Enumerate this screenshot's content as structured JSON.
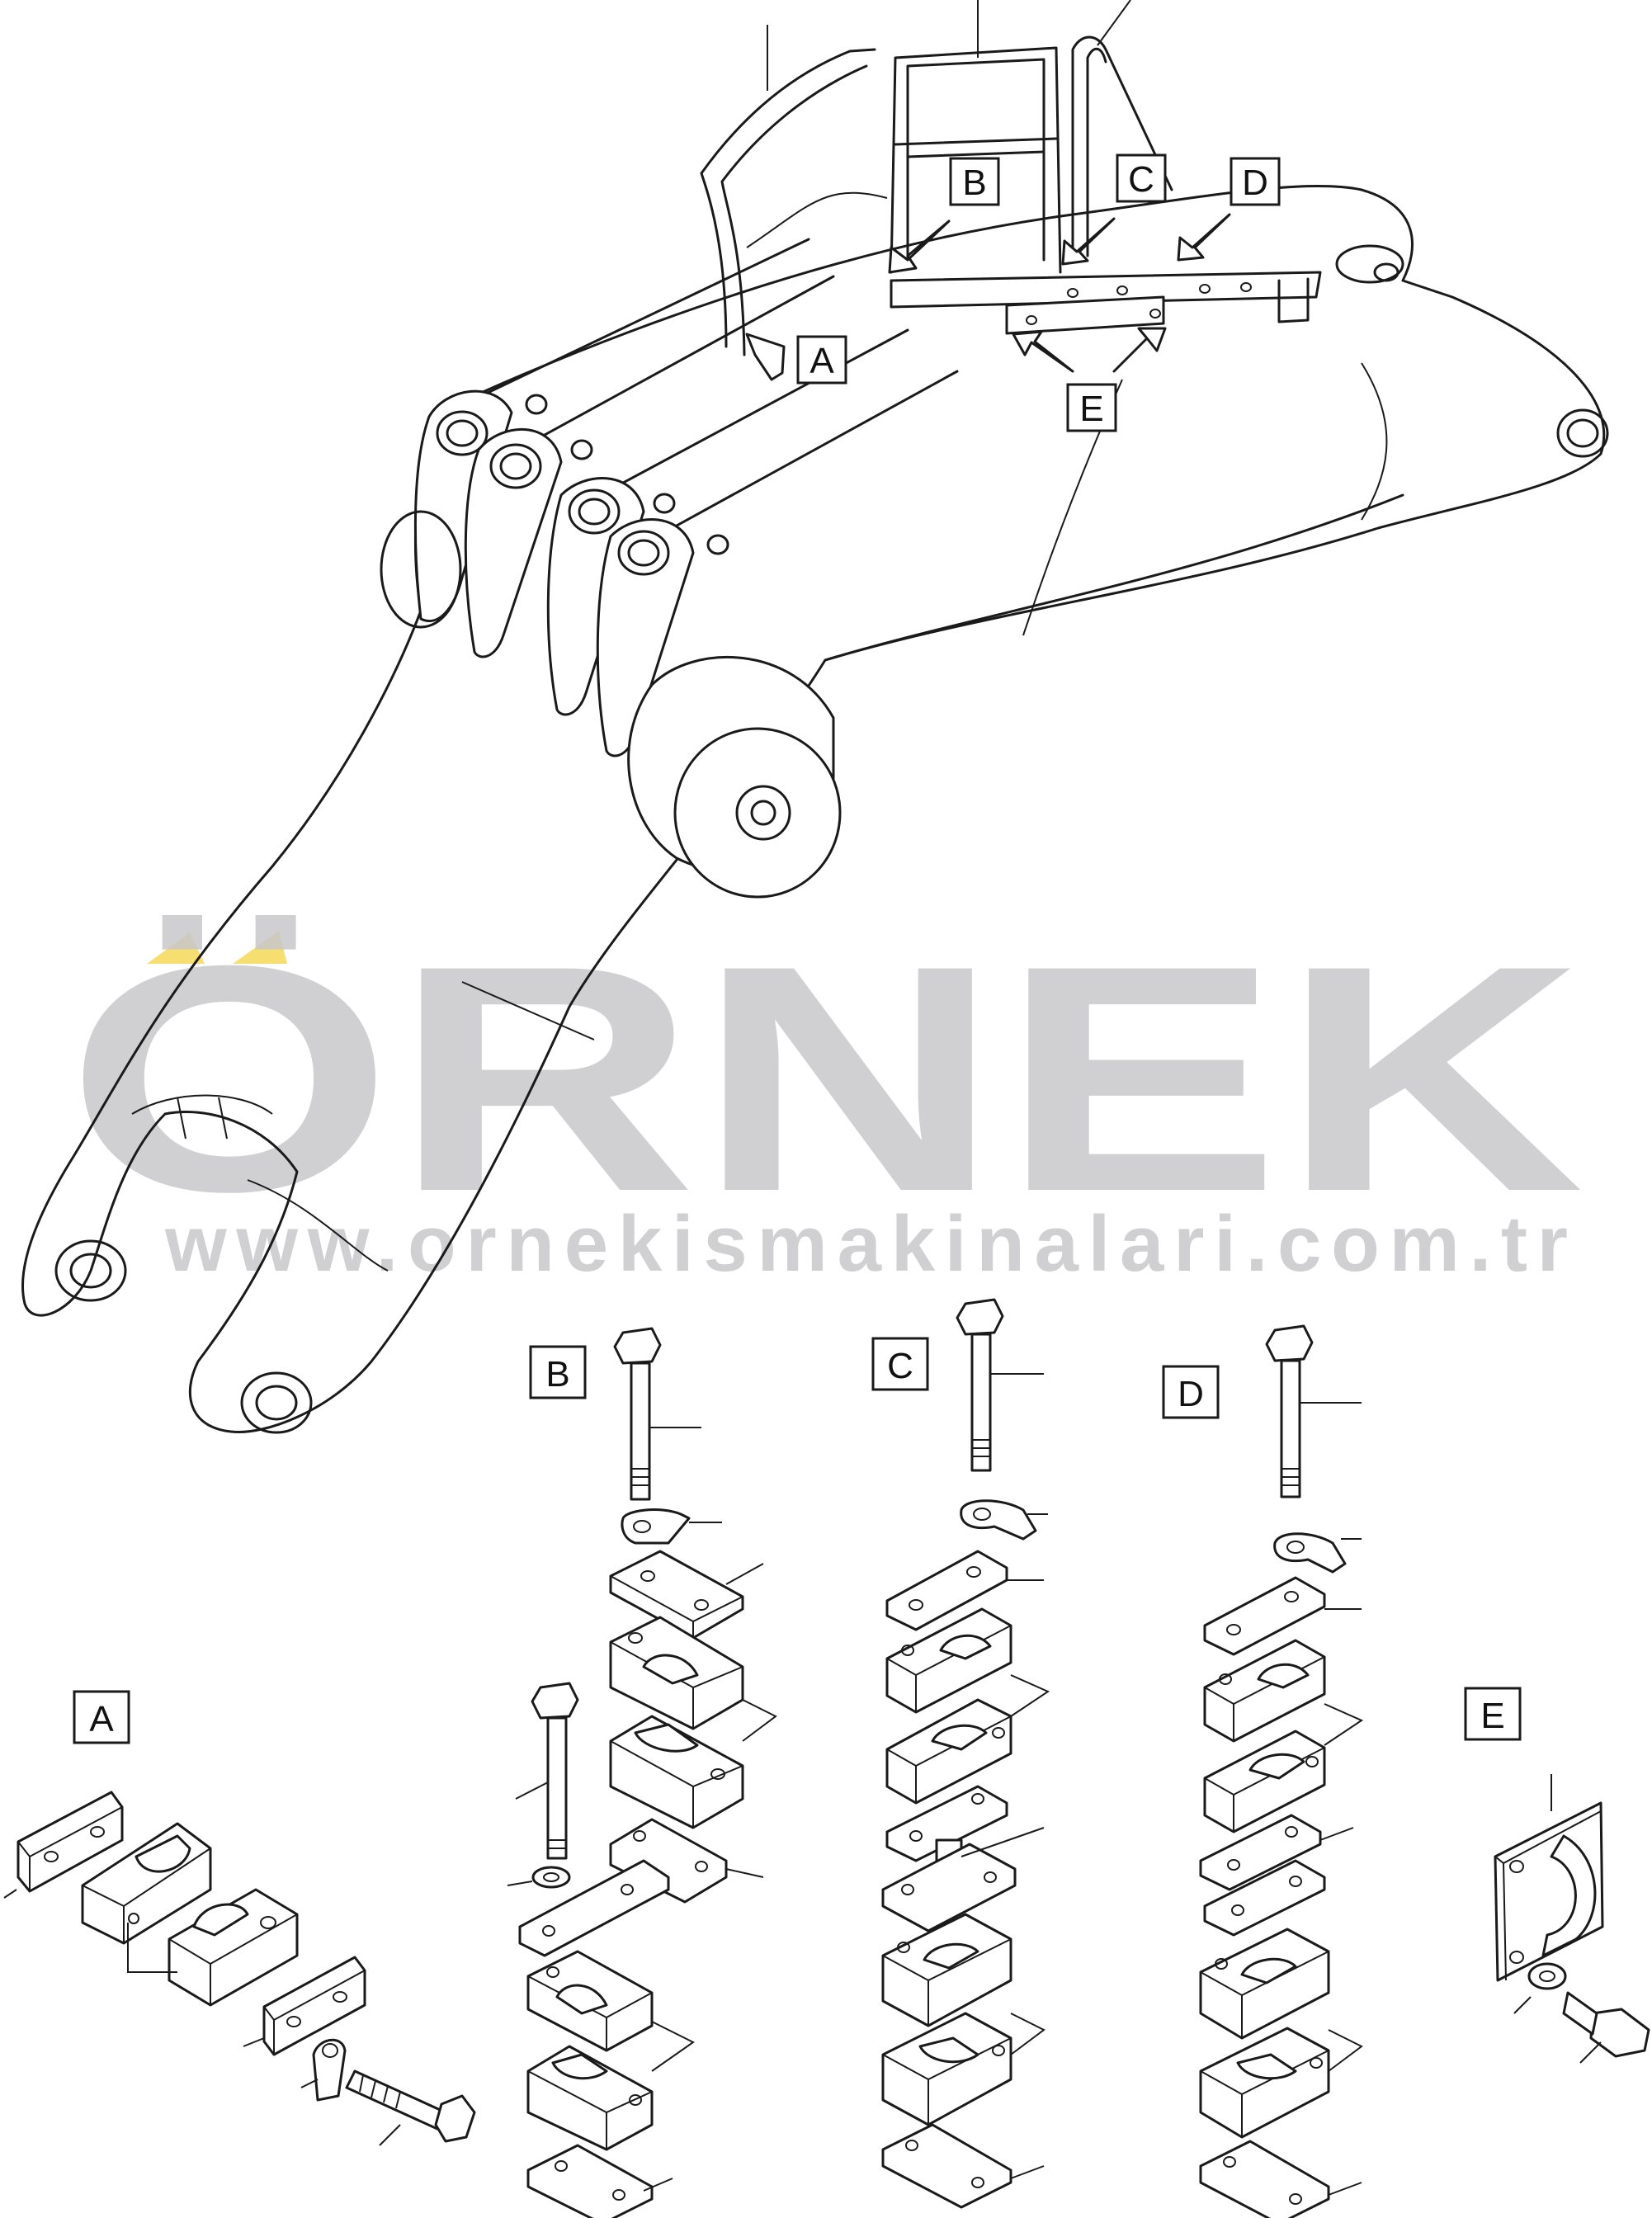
{
  "callouts": {
    "a": "A",
    "b": "B",
    "c": "C",
    "d": "D",
    "e": "E"
  },
  "watermark": {
    "brand": "ÖRNEK",
    "url": "www.ornekismakinalari.com.tr",
    "brand_color": "#c8c8cc",
    "accent_color": "#f2d233"
  }
}
